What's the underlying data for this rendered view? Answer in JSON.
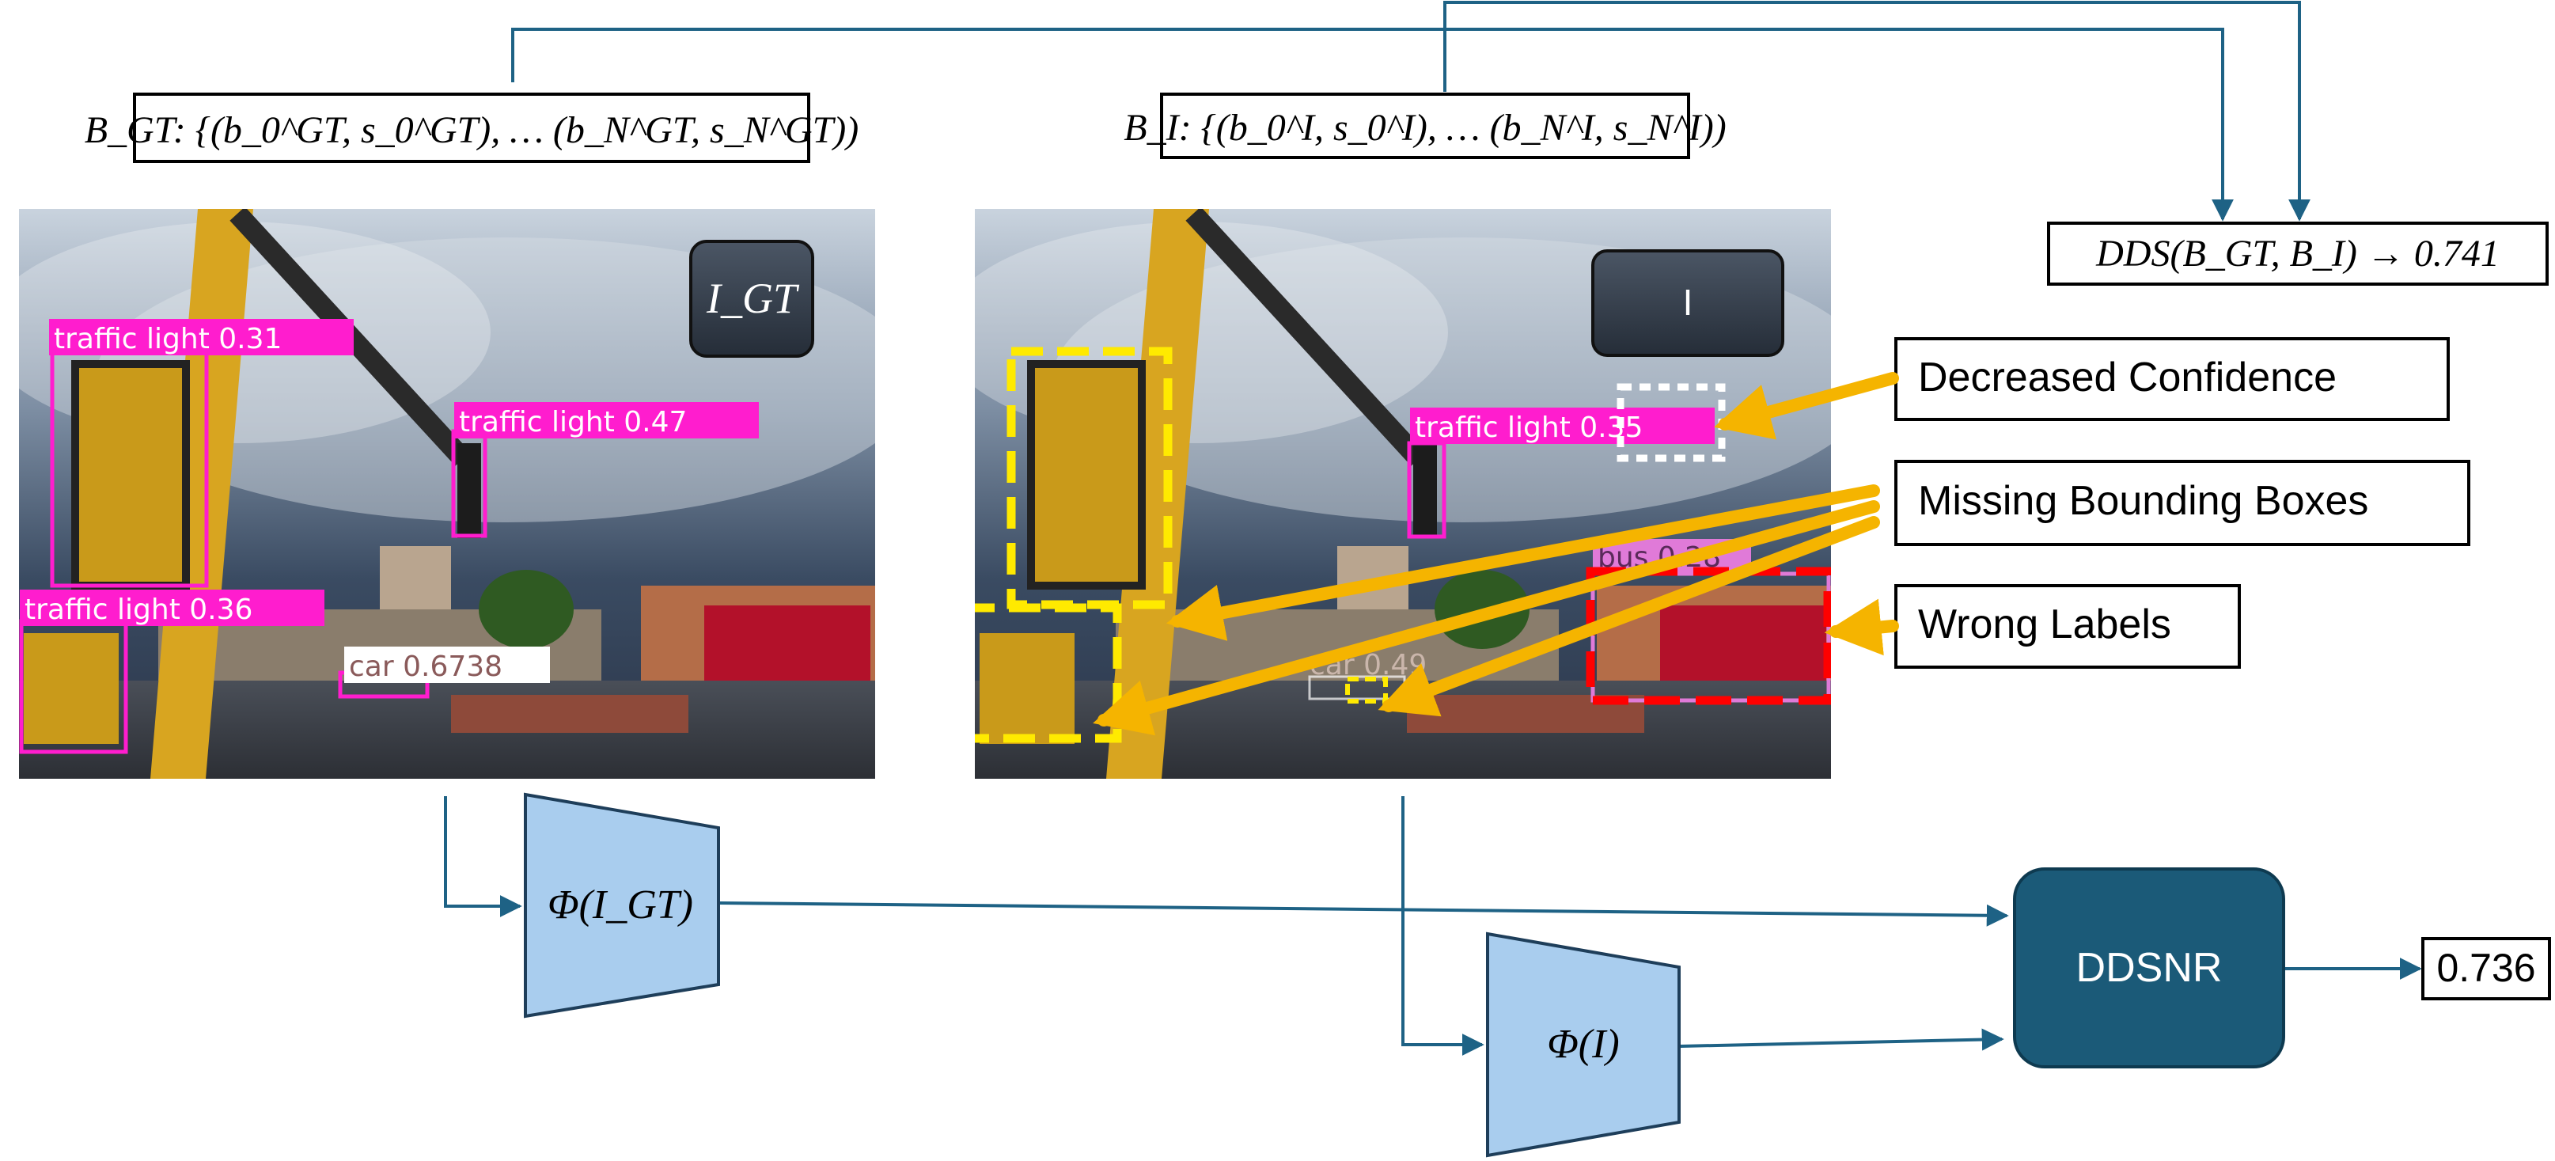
{
  "formulas": {
    "gt_boxes": "B_GT: {(b_0^GT, s_0^GT), … (b_N^GT, s_N^GT))",
    "input_boxes": "B_I: {(b_0^I, s_0^I), … (b_N^I, s_N^I))",
    "dds": "DDS(B_GT, B_I) → 0.741"
  },
  "labels": {
    "img_gt_badge": "I_GT",
    "img_i_badge": "I",
    "phi_gt": "Φ(I_GT)",
    "phi_i": "Φ(I)",
    "ddsnr": "DDSNR",
    "ddsnr_output": "0.736"
  },
  "callouts": {
    "decreased_confidence": "Decreased Confidence",
    "missing_boxes": "Missing Bounding Boxes",
    "wrong_labels": "Wrong Labels"
  },
  "detections_gt": [
    {
      "label": "traffic light 0.31"
    },
    {
      "label": "traffic light 0.47"
    },
    {
      "label": "traffic light 0.36"
    },
    {
      "label": "car 0.6738"
    }
  ],
  "detections_i": [
    {
      "label": "traffic light 0.35"
    },
    {
      "label": "bus 0.28"
    },
    {
      "label": "car 0.49"
    }
  ],
  "colors": {
    "line": "#1e6285",
    "ddsnr_fill": "#1b5a78",
    "phi_fill": "#a9cdee",
    "arrow_orange": "#f5b400",
    "magenta": "#ff1dce",
    "yellow_dash": "#ffea00",
    "red_dash": "#ff0000"
  }
}
